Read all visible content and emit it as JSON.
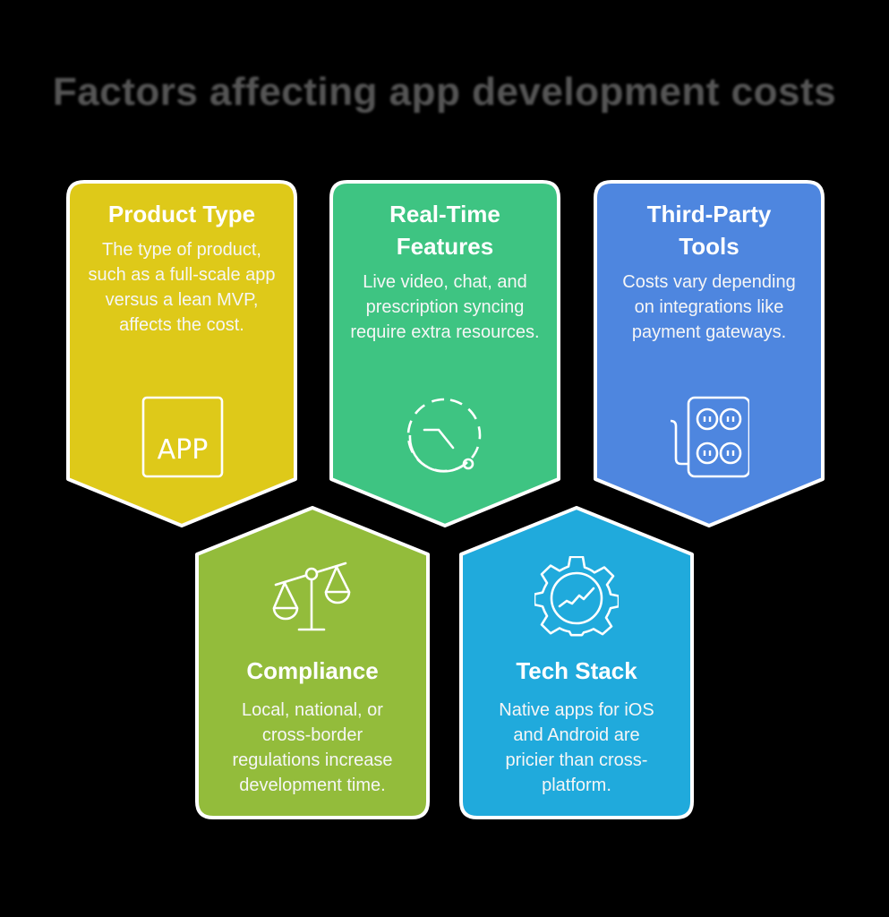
{
  "title": "Factors affecting app development costs",
  "colors": {
    "background": "#000000",
    "title": "#555555",
    "border": "#ffffff",
    "product_type": "#DEC919",
    "real_time": "#3EC482",
    "third_party": "#4E86DF",
    "compliance": "#93BC3B",
    "tech_stack": "#20AADC"
  },
  "cards": [
    {
      "id": "product-type",
      "title": "Product Type",
      "description": "The type of product, such as a full-scale app versus a lean MVP, affects the cost.",
      "icon": "app-icon",
      "icon_text": "APP"
    },
    {
      "id": "real-time-features",
      "title": "Real-Time Features",
      "description": "Live video, chat, and prescription syncing require extra resources.",
      "icon": "clock-sync-icon"
    },
    {
      "id": "third-party-tools",
      "title": "Third-Party Tools",
      "description": "Costs vary depending on integrations like payment gateways.",
      "icon": "power-strip-icon"
    },
    {
      "id": "compliance",
      "title": "Compliance",
      "description": "Local, national, or cross-border regulations increase development time.",
      "icon": "scales-icon"
    },
    {
      "id": "tech-stack",
      "title": "Tech Stack",
      "description": "Native apps for iOS and Android are pricier than cross-platform.",
      "icon": "gear-chart-icon"
    }
  ]
}
